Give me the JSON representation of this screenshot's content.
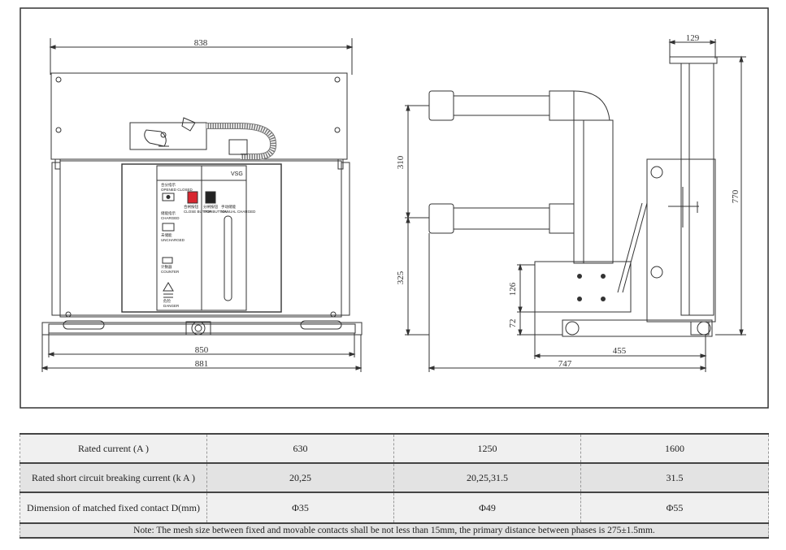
{
  "drawing": {
    "front_dims": {
      "top_width": "838",
      "base_width_inner": "850",
      "base_width_outer": "881"
    },
    "side_dims": {
      "top_depth": "129",
      "height_total": "770",
      "pole_spacing": "310",
      "lower_height": "325",
      "block_height": "126",
      "foot_height": "72",
      "depth_inner": "455",
      "depth_total": "747"
    },
    "panel": {
      "brand": "VSG",
      "labels": [
        "合分指示",
        "OPENED CLOSED",
        "储能指示",
        "CHARGED",
        "未储能",
        "UNCHARGED",
        "计数器",
        "COUNTER",
        "合闸按钮",
        "CLOSE BUTTON",
        "分闸按钮",
        "TRIP BUTTON",
        "手动储能",
        "MANUAL CHARGED",
        "危险",
        "DANGER"
      ]
    },
    "colors": {
      "line": "#333333",
      "close_button": "#d8262f",
      "trip_button": "#222222"
    }
  },
  "table": {
    "rows": [
      {
        "label": "Rated current (A )",
        "values": [
          "630",
          "1250",
          "1600"
        ]
      },
      {
        "label": "Rated short circuit breaking current (k A )",
        "values": [
          "20,25",
          "20,25,31.5",
          "31.5"
        ]
      },
      {
        "label": "Dimension of matched fixed contact D(mm)",
        "values": [
          "Φ35",
          "Φ49",
          "Φ55"
        ]
      }
    ],
    "note": "Note: The mesh size between fixed and movable contacts shall be not less than 15mm, the primary distance between phases is 275±1.5mm."
  }
}
